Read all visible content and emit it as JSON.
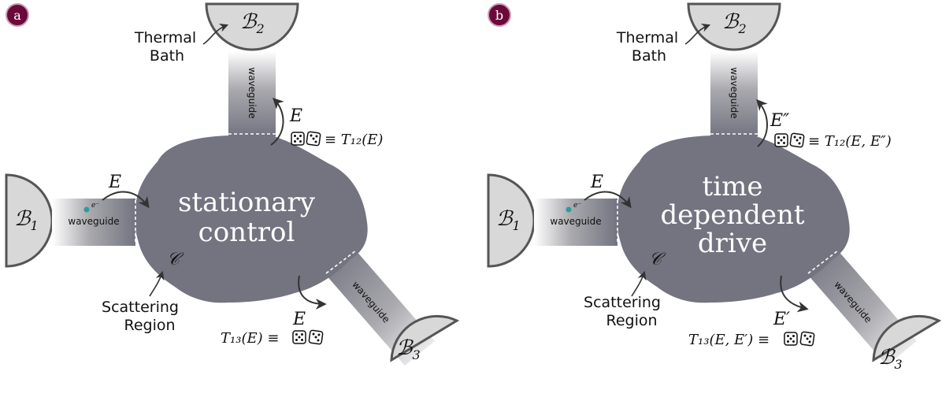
{
  "colors": {
    "blob": "#737480",
    "bath_fill": "#d8d8d8",
    "bath_stroke": "#555555",
    "badge": "#6b0a3a",
    "electron": "#2a9d9a",
    "arrow": "#333333"
  },
  "panel_a": {
    "badge": "a",
    "center_line1": "stationary",
    "center_line2": "control",
    "bath_label_line1": "Thermal",
    "bath_label_line2": "Bath",
    "scatter_label_line1": "Scattering",
    "scatter_label_line2": "Region",
    "region_symbol": "𝒞",
    "baths": [
      {
        "sym": "ℬ",
        "sub": "1"
      },
      {
        "sym": "ℬ",
        "sub": "2"
      },
      {
        "sym": "ℬ",
        "sub": "3"
      }
    ],
    "waveguide_label": "waveguide",
    "electron_label": "e⁻",
    "energy_in": "E",
    "energy_top": "E",
    "energy_right": "E",
    "eq_top": "≡ T₁₂(E)",
    "eq_right": "T₁₃(E) ≡"
  },
  "panel_b": {
    "badge": "b",
    "center_line1": "time",
    "center_line2": "dependent",
    "center_line3": "drive",
    "bath_label_line1": "Thermal",
    "bath_label_line2": "Bath",
    "scatter_label_line1": "Scattering",
    "scatter_label_line2": "Region",
    "region_symbol": "𝒞",
    "baths": [
      {
        "sym": "ℬ",
        "sub": "1"
      },
      {
        "sym": "ℬ",
        "sub": "2"
      },
      {
        "sym": "ℬ",
        "sub": "3"
      }
    ],
    "waveguide_label": "waveguide",
    "electron_label": "e⁻",
    "energy_in": "E",
    "energy_top": "E″",
    "energy_right": "E′",
    "eq_top": "≡ T₁₂(E, E″)",
    "eq_right": "T₁₃(E, E′) ≡"
  }
}
